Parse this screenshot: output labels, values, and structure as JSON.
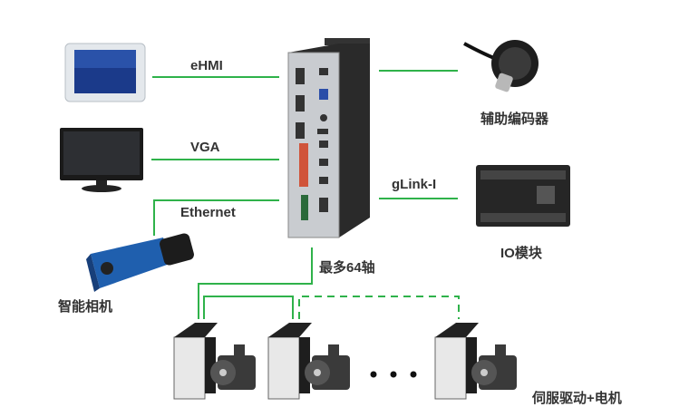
{
  "colors": {
    "link": "#2fb24a",
    "device_dark": "#2a2a2a",
    "camera_blue": "#1f5fae"
  },
  "labels": {
    "ehmi": "eHMI",
    "vga": "VGA",
    "ethernet": "Ethernet",
    "glink": "gLink-I",
    "encoder": "辅助编码器",
    "io": "IO模块",
    "axes": "最多64轴",
    "camera": "智能相机",
    "servo": "伺服驱动+电机"
  },
  "icons": [
    "touch-panel-icon",
    "monitor-icon",
    "smart-camera-icon",
    "motion-controller-icon",
    "encoder-icon",
    "io-module-icon",
    "servo-drive-icon",
    "servo-motor-icon"
  ]
}
